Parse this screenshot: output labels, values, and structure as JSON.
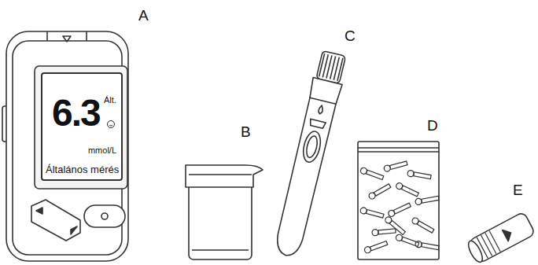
{
  "diagram": {
    "nodes": [
      {
        "text": [
          "6.3",
          "Ált.",
          "mmol/L",
          "Általános mérés"
        ]
      }
    ],
    "labels": [
      "A",
      "B",
      "C",
      "D",
      "E"
    ]
  }
}
